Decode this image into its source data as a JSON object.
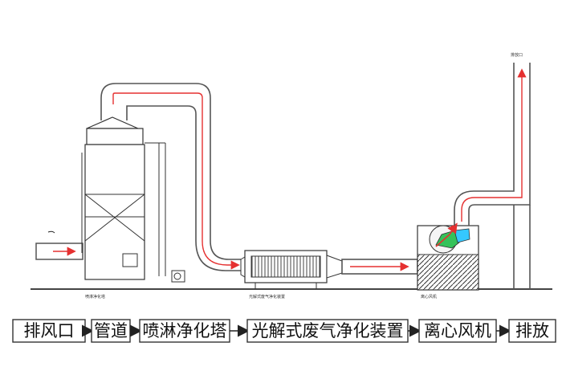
{
  "diagram": {
    "colors": {
      "duct_outline": "#555555",
      "flow_arrow": "#e53030",
      "box_border": "#333333",
      "line": "#222222",
      "ground": "#444444",
      "fan_highlight_green": "#35c25a",
      "fan_highlight_cyan": "#35c8ff"
    },
    "flow_steps": [
      {
        "id": "step-1",
        "label": "排风口"
      },
      {
        "id": "step-2",
        "label": "管道"
      },
      {
        "id": "step-3",
        "label": "喷淋净化塔"
      },
      {
        "id": "step-4",
        "label": "光解式废气净化装置"
      },
      {
        "id": "step-5",
        "label": "离心风机"
      },
      {
        "id": "step-6",
        "label": "排放"
      }
    ],
    "equipment_labels": {
      "tower": "喷淋净化塔",
      "photolysis": "光解式废气净化装置",
      "fan": "离心风机",
      "chimney": "排放口"
    }
  }
}
